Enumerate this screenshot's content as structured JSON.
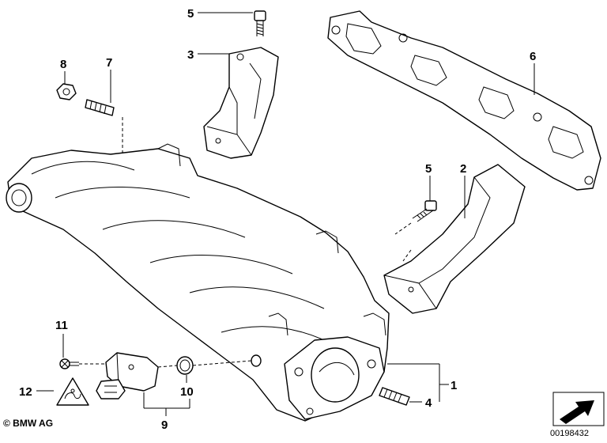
{
  "diagram": {
    "callouts": [
      {
        "id": "c5a",
        "label": "5"
      },
      {
        "id": "c3",
        "label": "3"
      },
      {
        "id": "c8",
        "label": "8"
      },
      {
        "id": "c7",
        "label": "7"
      },
      {
        "id": "c6",
        "label": "6"
      },
      {
        "id": "c5b",
        "label": "5"
      },
      {
        "id": "c2",
        "label": "2"
      },
      {
        "id": "c1",
        "label": "1"
      },
      {
        "id": "c4",
        "label": "4"
      },
      {
        "id": "c11",
        "label": "11"
      },
      {
        "id": "c12",
        "label": "12"
      },
      {
        "id": "c10",
        "label": "10"
      },
      {
        "id": "c9",
        "label": "9"
      }
    ]
  },
  "footer": {
    "brand": "© BMW AG",
    "doc_number": "00198432"
  }
}
